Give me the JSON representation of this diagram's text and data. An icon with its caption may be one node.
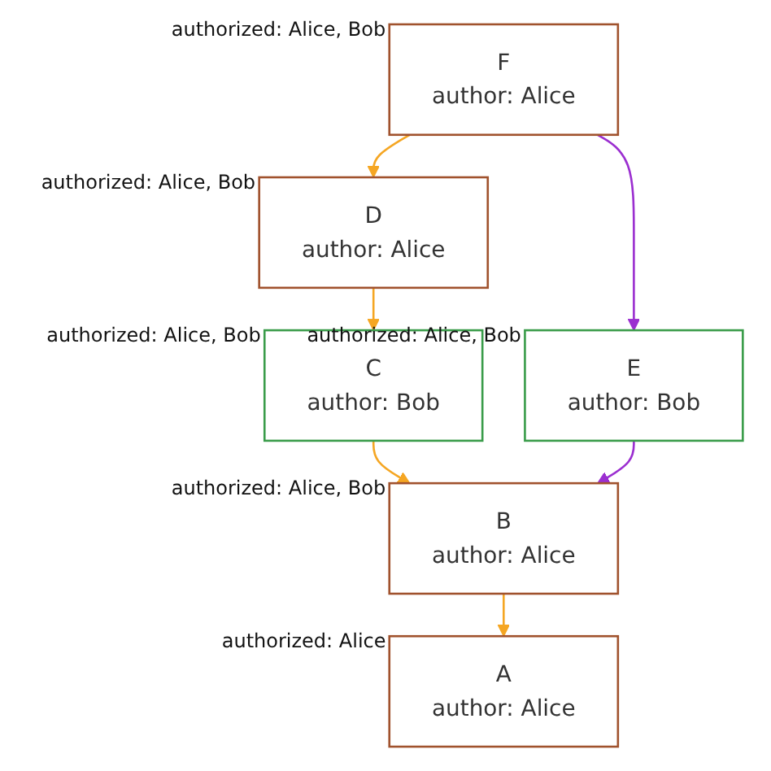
{
  "diagram": {
    "nodes": [
      {
        "text": [
          "F",
          "author: Alice"
        ],
        "beside": [
          "authorized: Alice, Bob"
        ]
      },
      {
        "text": [
          "D",
          "author: Alice"
        ],
        "beside": [
          "authorized: Alice, Bob"
        ]
      },
      {
        "text": [
          "C",
          "author: Bob"
        ],
        "beside": [
          "authorized: Alice, Bob"
        ]
      },
      {
        "text": [
          "E",
          "author: Bob"
        ],
        "beside": [
          "authorized: Alice, Bob"
        ]
      },
      {
        "text": [
          "B",
          "author: Alice"
        ],
        "beside": [
          "authorized: Alice, Bob"
        ]
      },
      {
        "text": [
          "A",
          "author: Alice"
        ],
        "beside": [
          "authorized: Alice"
        ]
      }
    ],
    "edges": [
      {
        "from": 0,
        "to": 1,
        "arrow": "to"
      },
      {
        "from": 0,
        "to": 3,
        "arrow": "to",
        "color": "#9b2fd0"
      },
      {
        "from": 1,
        "to": 2,
        "arrow": "to"
      },
      {
        "from": 2,
        "to": 4,
        "arrow": "to"
      },
      {
        "from": 3,
        "to": 4,
        "arrow": "to",
        "color": "#9b2fd0"
      },
      {
        "from": 4,
        "to": 5,
        "arrow": "to"
      }
    ]
  }
}
